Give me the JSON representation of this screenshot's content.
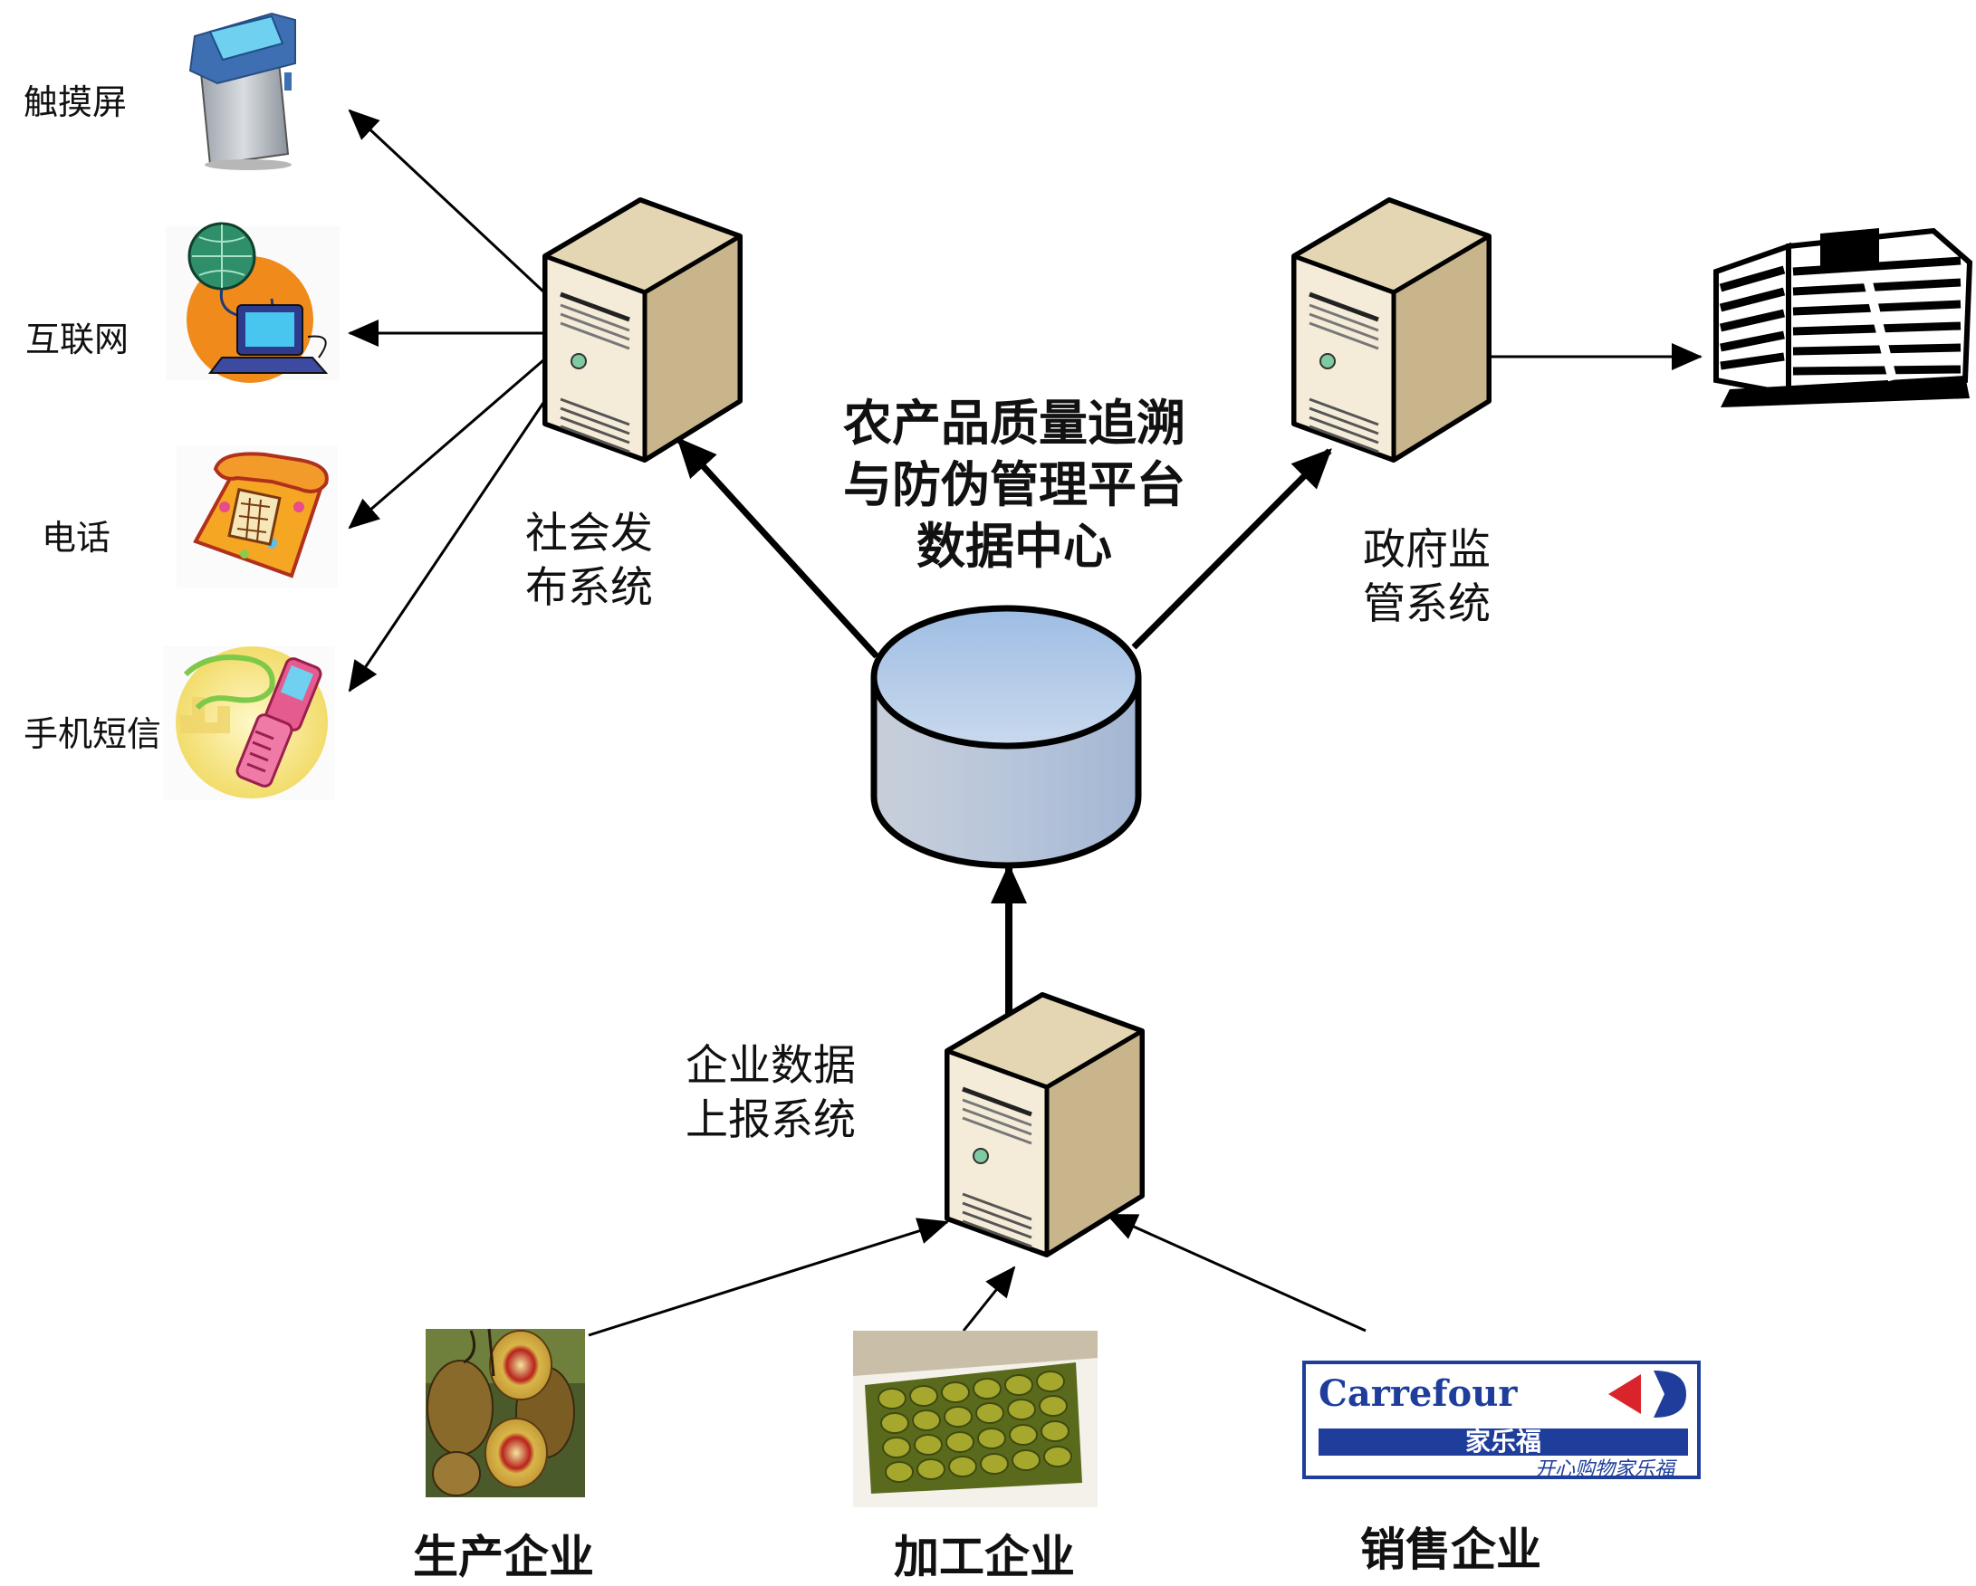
{
  "center": {
    "title_line1": "农产品质量追溯",
    "title_line2": "与防伪管理平台",
    "title_line3": "数据中心"
  },
  "systems": {
    "publish": {
      "line1": "社会发",
      "line2": "布系统"
    },
    "government": {
      "line1": "政府监",
      "line2": "管系统"
    },
    "enterprise": {
      "line1": "企业数据",
      "line2": "上报系统"
    }
  },
  "channels": {
    "touchscreen": "触摸屏",
    "internet": "互联网",
    "phone": "电话",
    "sms": "手机短信"
  },
  "enterprises": {
    "production": "生产企业",
    "processing": "加工企业",
    "sales": "销售企业"
  },
  "logo": {
    "brand": "Carrefour",
    "brand_cn": "家乐福",
    "slogan": "开心购物家乐福"
  },
  "icons": {
    "server": "server-tower-icon",
    "database": "database-cylinder-icon",
    "kiosk": "kiosk-icon",
    "internet": "globe-computer-icon",
    "phone": "telephone-icon",
    "sms": "mobile-phone-icon",
    "government": "government-building-icon"
  },
  "colors": {
    "server_front": "#f1e7cf",
    "server_side": "#c9b58c",
    "database_top": "#b9d0ea",
    "database_side": "#a9bfdc",
    "carrefour_blue": "#1f3e9c",
    "carrefour_red": "#d9242b"
  }
}
